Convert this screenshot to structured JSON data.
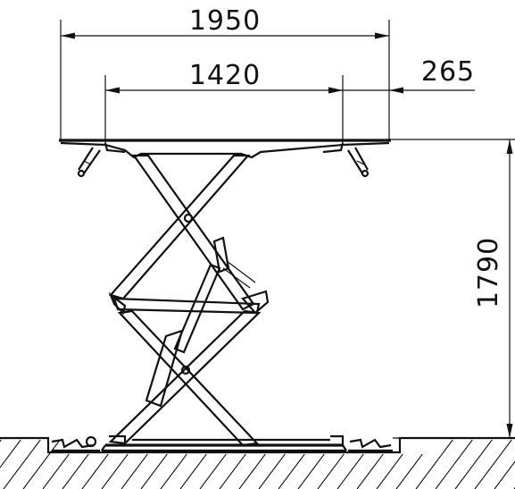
{
  "dimensions": {
    "overall_width": "1950",
    "platform_width": "1420",
    "overhang": "265",
    "height": "1790"
  }
}
